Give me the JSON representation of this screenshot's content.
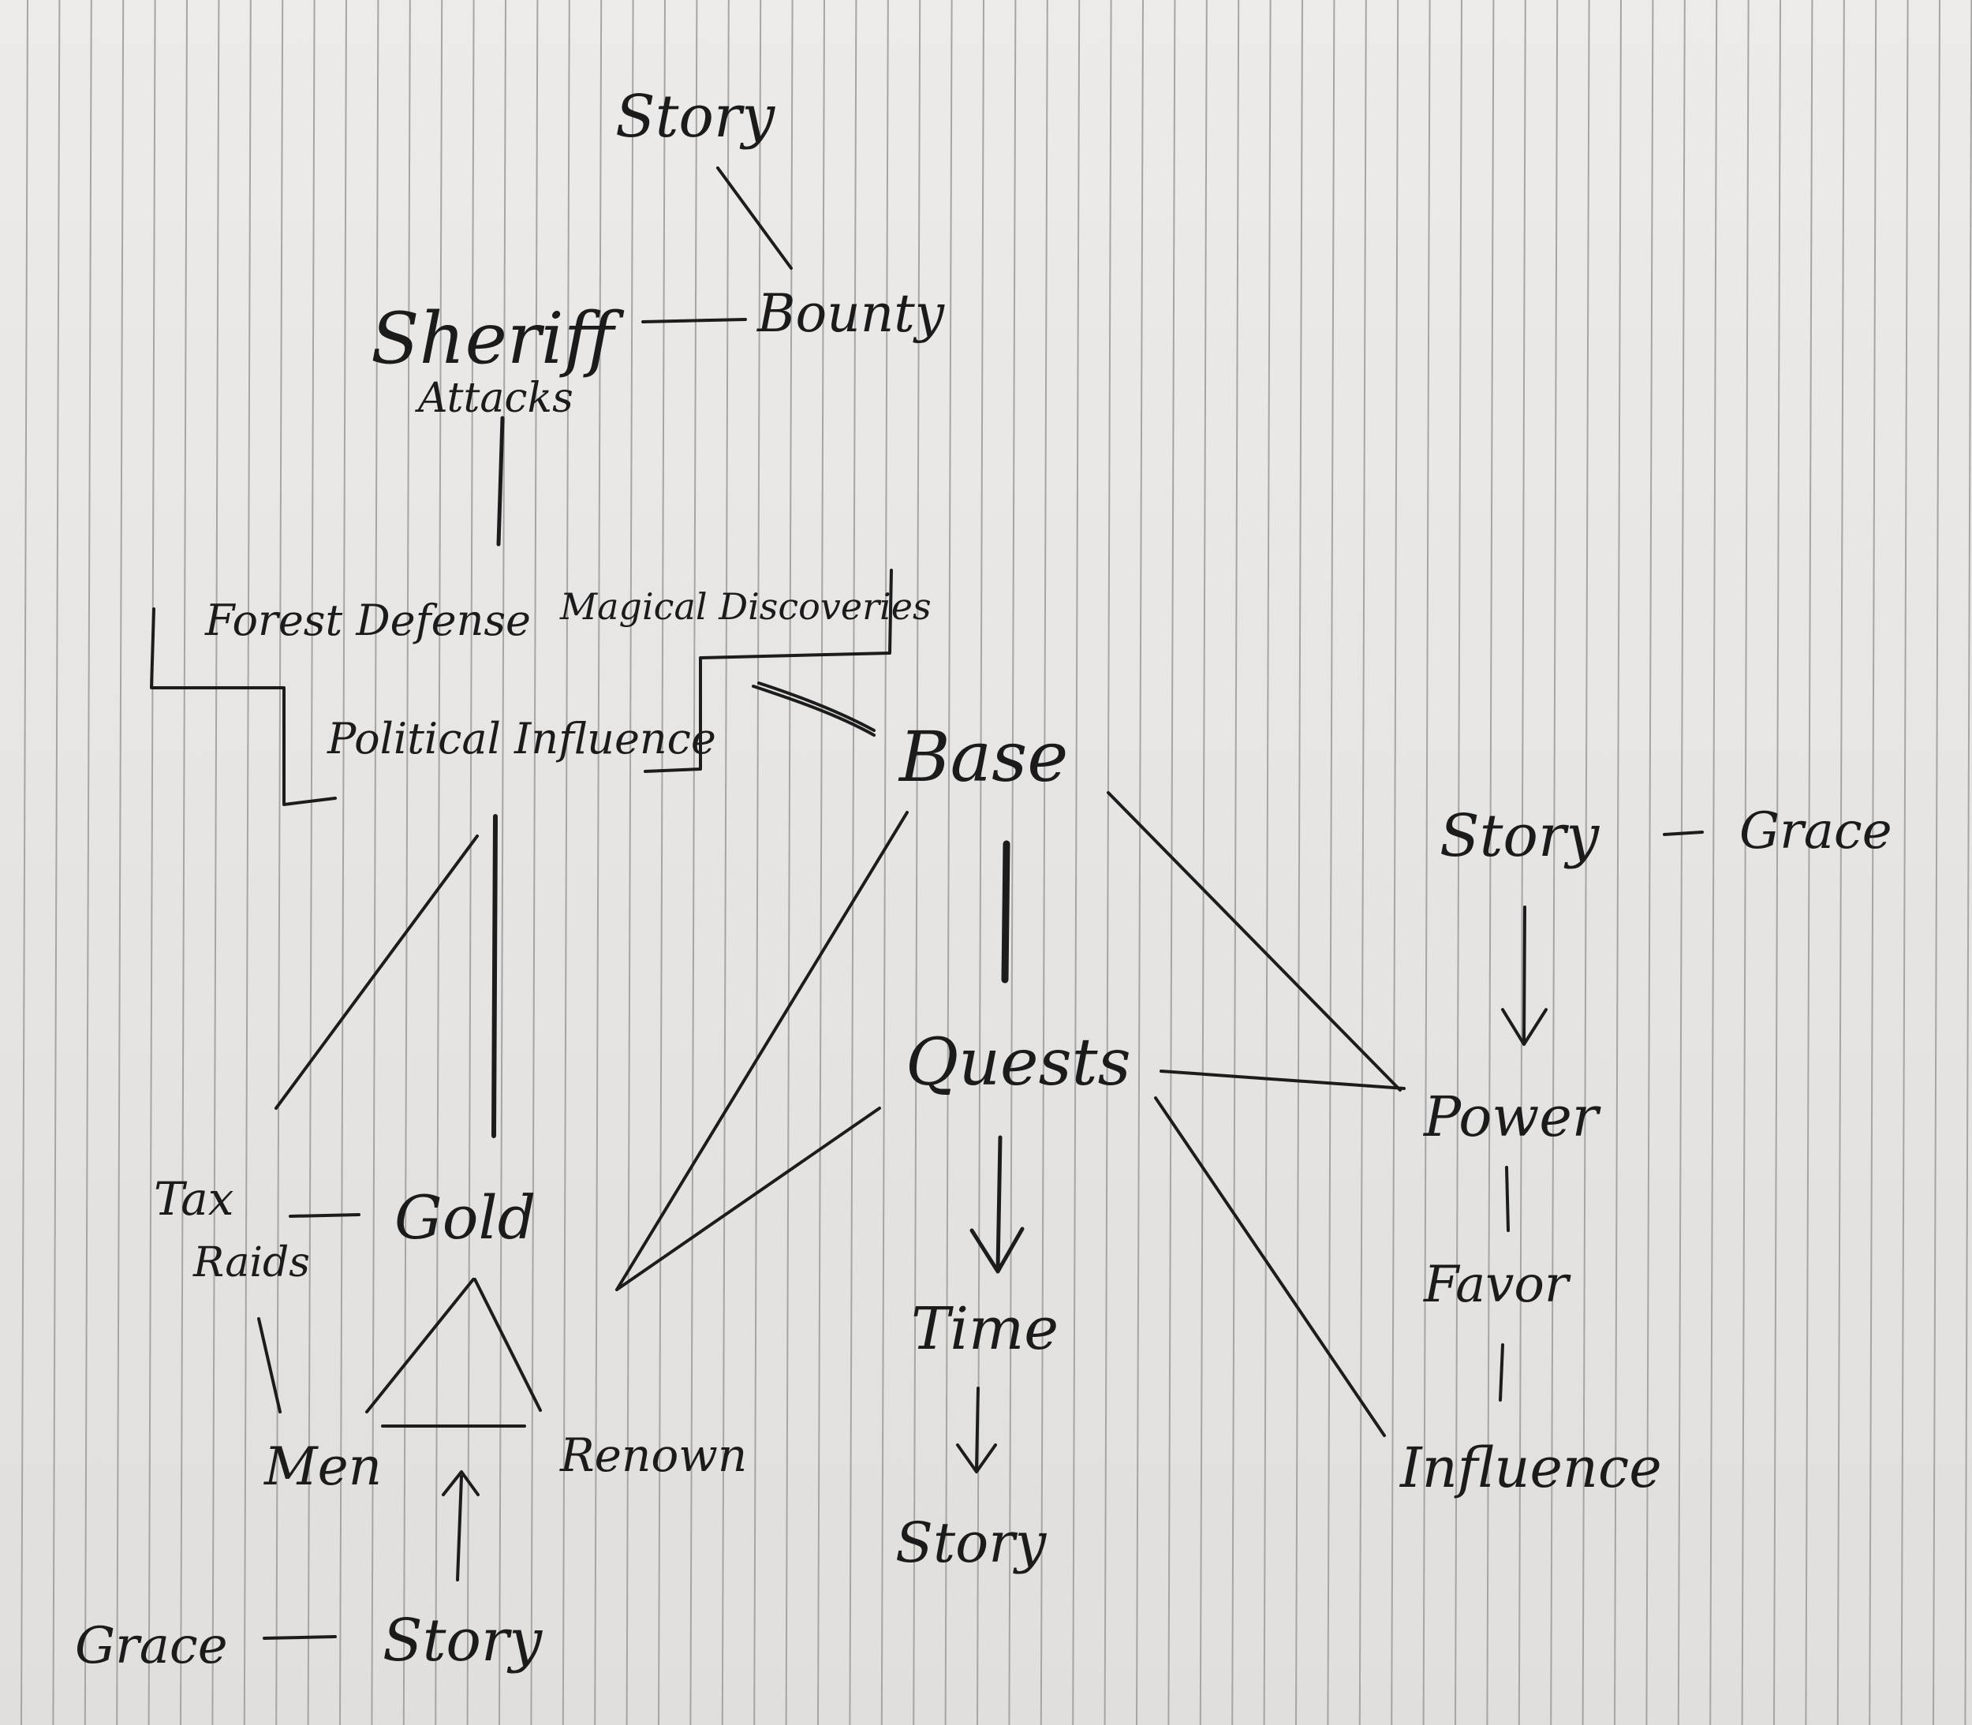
{
  "diagram": {
    "labels": {
      "story_top": "Story",
      "bounty": "Bounty",
      "sheriff": "Sheriff",
      "attacks": "Attacks",
      "forest_defense": "Forest Defense",
      "magical_discoveries": "Magical Discoveries",
      "political_influence": "Political Influence",
      "base": "Base",
      "story_right": "Story",
      "grace_right": "Grace",
      "quests": "Quests",
      "power": "Power",
      "tax": "Tax",
      "raids": "Raids",
      "gold": "Gold",
      "favor": "Favor",
      "time": "Time",
      "men": "Men",
      "renown": "Renown",
      "influence": "Influence",
      "story_mid": "Story",
      "grace_bottom": "Grace",
      "story_bottom": "Story"
    },
    "ink_color": "#1c1c1c",
    "rule_color": "#a7a5a3"
  }
}
